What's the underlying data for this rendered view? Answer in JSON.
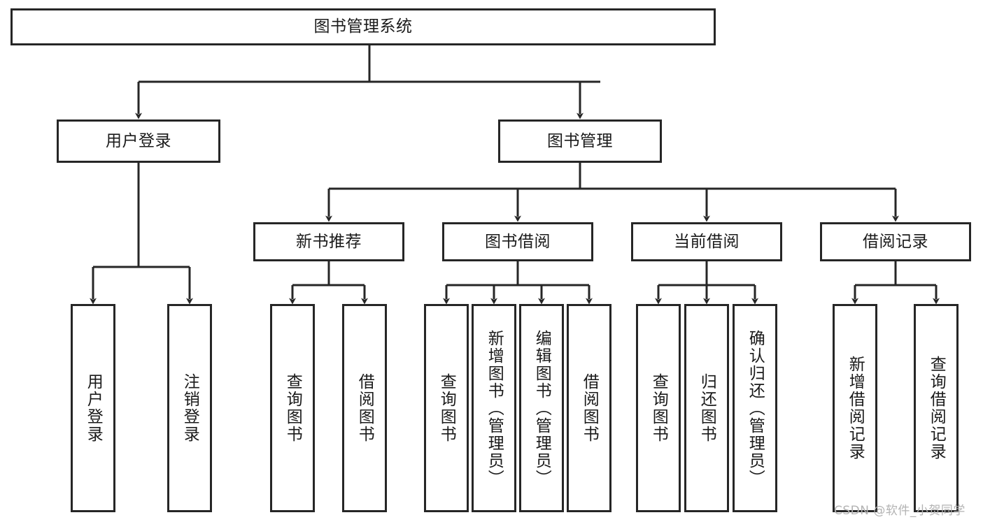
{
  "diagram": {
    "title": "图书管理系统",
    "type": "tree-hierarchy-chart",
    "orientation": "top-down",
    "colors": {
      "box_border": "#262626",
      "box_fill": "#ffffff",
      "edge": "#262626",
      "text": "#1a1a1a",
      "watermark": "#b3b3b3",
      "background": "#ffffff"
    }
  },
  "nodes": {
    "root": {
      "label": "图书管理系统"
    },
    "level2": [
      {
        "id": "user-login",
        "label": "用户登录"
      },
      {
        "id": "book-management",
        "label": "图书管理"
      }
    ],
    "level3": [
      {
        "id": "new-book-recommend",
        "label": "新书推荐"
      },
      {
        "id": "book-borrow",
        "label": "图书借阅"
      },
      {
        "id": "current-borrow",
        "label": "当前借阅"
      },
      {
        "id": "borrow-record",
        "label": "借阅记录"
      }
    ],
    "leaves": [
      {
        "id": "leaf-user-login",
        "label": "用户登录",
        "parent": "user-login"
      },
      {
        "id": "leaf-logout-login",
        "label": "注销登录",
        "parent": "user-login"
      },
      {
        "id": "leaf-query-book-1",
        "label": "查询图书",
        "parent": "new-book-recommend"
      },
      {
        "id": "leaf-borrow-book-1",
        "label": "借阅图书",
        "parent": "new-book-recommend"
      },
      {
        "id": "leaf-query-book-2",
        "label": "查询图书",
        "parent": "book-borrow"
      },
      {
        "id": "leaf-add-book",
        "label": "新增图书（管理员）",
        "parent": "book-borrow"
      },
      {
        "id": "leaf-edit-book",
        "label": "编辑图书（管理员）",
        "parent": "book-borrow"
      },
      {
        "id": "leaf-borrow-book-2",
        "label": "借阅图书",
        "parent": "book-borrow"
      },
      {
        "id": "leaf-query-book-3",
        "label": "查询图书",
        "parent": "current-borrow"
      },
      {
        "id": "leaf-return-book",
        "label": "归还图书",
        "parent": "current-borrow"
      },
      {
        "id": "leaf-confirm-return",
        "label": "确认归还（管理员）",
        "parent": "current-borrow"
      },
      {
        "id": "leaf-add-record",
        "label": "新增借阅记录",
        "parent": "borrow-record"
      },
      {
        "id": "leaf-query-record",
        "label": "查询借阅记录",
        "parent": "borrow-record"
      }
    ]
  },
  "watermark": {
    "text": "CSDN @软件_小贺同学"
  }
}
